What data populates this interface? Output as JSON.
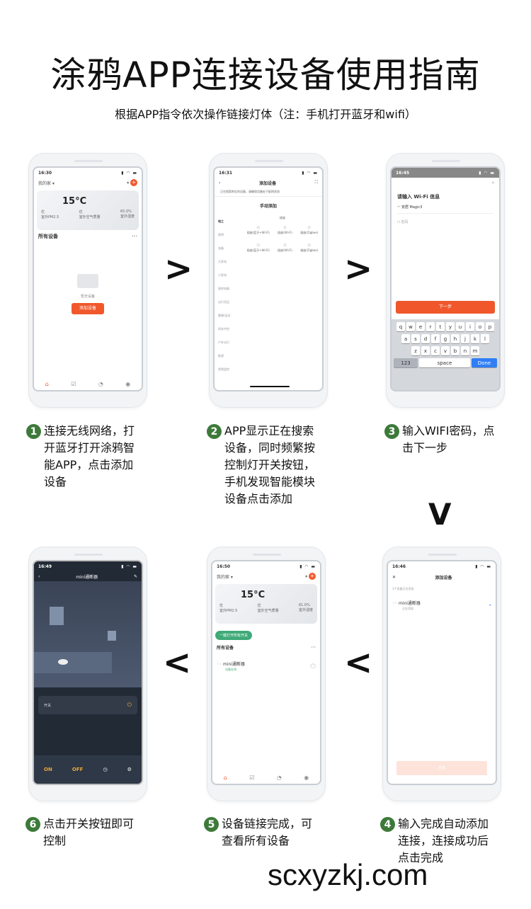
{
  "header": {
    "title": "涂鸦APP连接设备使用指南",
    "subtitle": "根据APP指令依次操作链接灯体（注：手机打开蓝牙和wifi）"
  },
  "arrows": {
    "right": ">",
    "down": "V",
    "left": "<"
  },
  "steps": [
    {
      "num": "1",
      "text": "连接无线网络，打\n开蓝牙打开涂鸦智\n能APP，点击添加\n设备"
    },
    {
      "num": "2",
      "text": "APP显示正在搜索\n设备，同时频繁按\n控制灯开关按钮，\n手机发现智能模块\n设备点击添加"
    },
    {
      "num": "3",
      "text": "输入WIFI密码，点\n击下一步"
    },
    {
      "num": "4",
      "text": "输入完成自动添加\n连接，连接成功后\n点击完成"
    },
    {
      "num": "5",
      "text": "设备链接完成，可\n查看所有设备"
    },
    {
      "num": "6",
      "text": "点击开关按钮即可\n控制"
    }
  ],
  "screens": {
    "s1": {
      "time": "16:30",
      "home": "我的家 ▾",
      "temp": "15°C",
      "w1": "优",
      "w1l": "室外PM2.5",
      "w2": "优",
      "w2l": "室外空气质量",
      "w3": "65.0%",
      "w3l": "室外湿度",
      "all": "所有设备",
      "empty": "暂无设备",
      "add": "添加设备",
      "tabs": [
        "首页",
        "场景",
        "智能",
        "我的"
      ]
    },
    "s2": {
      "time": "16:31",
      "title": "添加设备",
      "tip": "正在搜索附近的设备，请确保设备处于配网状态",
      "manual": "手动添加",
      "cats": [
        "电工",
        "照明",
        "电器",
        "大家电",
        "小家电",
        "厨房电器",
        "出行用品",
        "健康/运动",
        "网关中控",
        "户外出行",
        "能源",
        "视频监控"
      ],
      "col": "插座",
      "labels": [
        "插座(蓝牙+Wi-Fi)",
        "插座(Wi-Fi)",
        "插座(Zigbee)"
      ]
    },
    "s3": {
      "time": "16:45",
      "heading": "请输入 Wi-Fi 信息",
      "ssid": "安居 Magic3",
      "pwd": "密码",
      "next": "下一步",
      "keys1": [
        "q",
        "w",
        "e",
        "r",
        "t",
        "y",
        "u",
        "i",
        "o",
        "p"
      ],
      "keys2": [
        "a",
        "s",
        "d",
        "f",
        "g",
        "h",
        "j",
        "k",
        "l"
      ],
      "keys3": [
        "z",
        "x",
        "c",
        "v",
        "b",
        "n",
        "m"
      ],
      "k123": "123",
      "space": "space",
      "done": "Done"
    },
    "s4": {
      "time": "16:46",
      "title": "添加设备",
      "count": "1个设备正在添加",
      "device": "mini通断器",
      "status": "正在添加",
      "finish": "完成"
    },
    "s5": {
      "time": "16:50",
      "home": "我的家 ▾",
      "temp": "15°C",
      "w1": "优",
      "w1l": "室外PM2.5",
      "w2": "优",
      "w2l": "室外空气质量",
      "w3": "61.0%",
      "w3l": "室外湿度",
      "allon": "一键打开所有开关",
      "all": "所有设备",
      "device": "mini通断器",
      "status": "设备在线"
    },
    "s6": {
      "time": "16:49",
      "title": "mini通断器",
      "switch": "开关",
      "on": "ON",
      "off": "OFF"
    }
  },
  "footer": {
    "url": "scxyzkj.com"
  },
  "colors": {
    "accent": "#f0582c",
    "badge": "#3d7a3a",
    "green_btn": "#3faa78",
    "dark_bg": "#222a36"
  }
}
